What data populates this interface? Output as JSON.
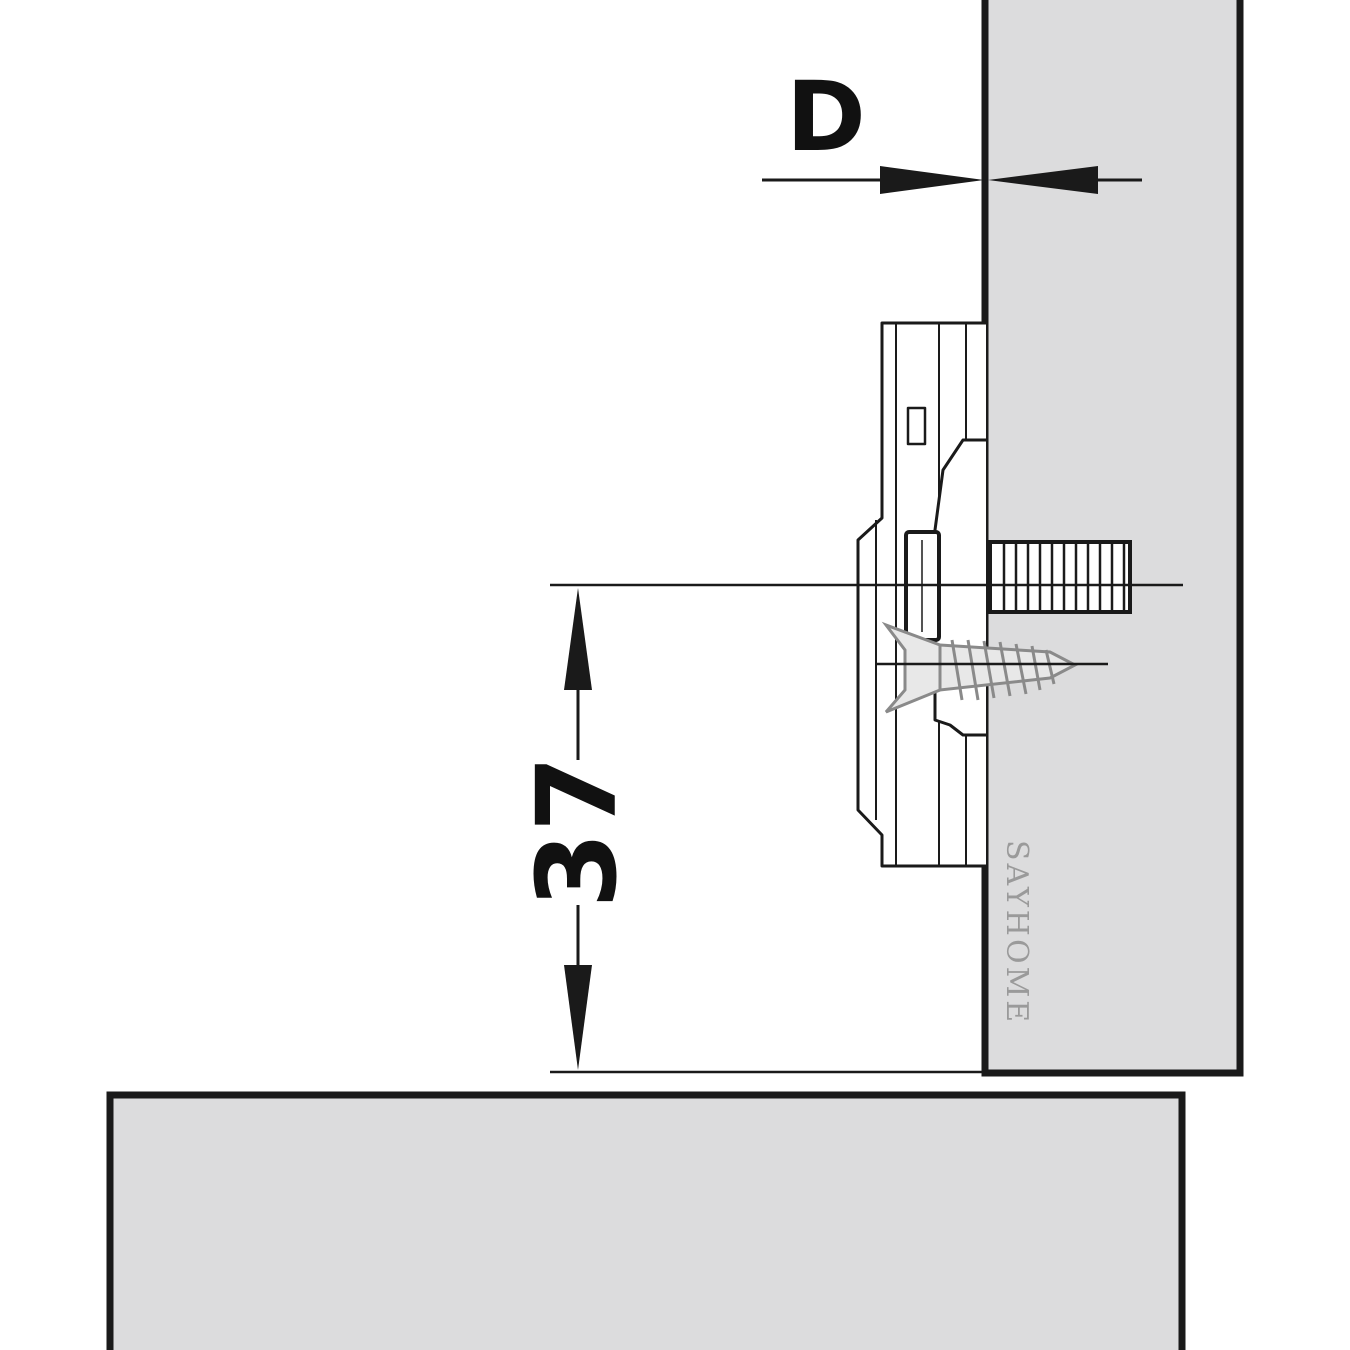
{
  "labels": {
    "depth": "D",
    "distance": "37",
    "watermark": "SAYHOME"
  },
  "colors": {
    "board_fill": "#dcdcdd",
    "line": "#1a1a1a",
    "background": "#ffffff",
    "screw_fill": "#e8e8e8"
  },
  "icons": {
    "mounting_plate": "mounting-plate-icon",
    "machine_screw": "machine-screw-icon",
    "wood_screw": "wood-screw-icon"
  }
}
